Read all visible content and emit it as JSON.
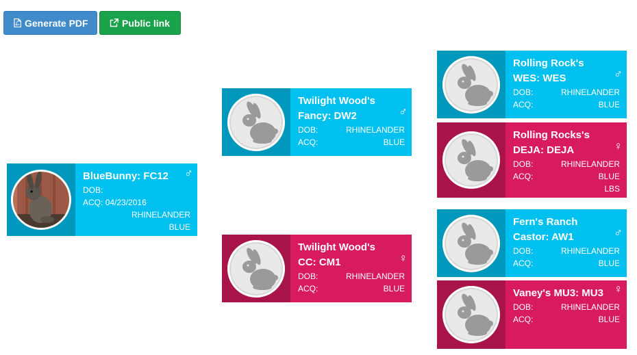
{
  "toolbar": {
    "generate_pdf_label": "Generate PDF",
    "public_link_label": "Public link"
  },
  "colors": {
    "male": "#00c0ef",
    "female": "#d81b60",
    "pdf_button": "#428bca",
    "link_button": "#1aa34a"
  },
  "pedigree": {
    "subject": {
      "name": "BlueBunny: FC12",
      "sex_symbol": "♂",
      "dob_label": "DOB:",
      "dob": "",
      "acq_label": "ACQ:",
      "acq": "04/23/2016",
      "breed": "RHINELANDER",
      "color": "BLUE",
      "photo": "rabbit-photo"
    },
    "sire": {
      "name": "Twilight Wood's Fancy: DW2",
      "sex_symbol": "♂",
      "dob_label": "DOB:",
      "acq_label": "ACQ:",
      "breed": "RHINELANDER",
      "color": "BLUE",
      "photo": "rabbit-placeholder-icon"
    },
    "dam": {
      "name": "Twilight Wood's CC: CM1",
      "sex_symbol": "♀",
      "dob_label": "DOB:",
      "acq_label": "ACQ:",
      "breed": "RHINELANDER",
      "color": "BLUE",
      "photo": "rabbit-placeholder-icon"
    },
    "sire_sire": {
      "name": "Rolling Rock's WES: WES",
      "sex_symbol": "♂",
      "dob_label": "DOB:",
      "acq_label": "ACQ:",
      "breed": "RHINELANDER",
      "color": "BLUE",
      "photo": "rabbit-placeholder-icon"
    },
    "sire_dam": {
      "name": "Rolling Rocks's DEJA: DEJA",
      "sex_symbol": "♀",
      "dob_label": "DOB:",
      "acq_label": "ACQ:",
      "breed": "RHINELANDER",
      "color": "BLUE",
      "weight": "LBS",
      "photo": "rabbit-placeholder-icon"
    },
    "dam_sire": {
      "name": "Fern's Ranch Castor: AW1",
      "sex_symbol": "♂",
      "dob_label": "DOB:",
      "acq_label": "ACQ:",
      "breed": "RHINELANDER",
      "color": "BLUE",
      "photo": "rabbit-placeholder-icon"
    },
    "dam_dam": {
      "name": "Vaney's MU3: MU3",
      "sex_symbol": "♀",
      "dob_label": "DOB:",
      "acq_label": "ACQ:",
      "breed": "RHINELANDER",
      "color": "BLUE",
      "photo": "rabbit-placeholder-icon"
    }
  }
}
